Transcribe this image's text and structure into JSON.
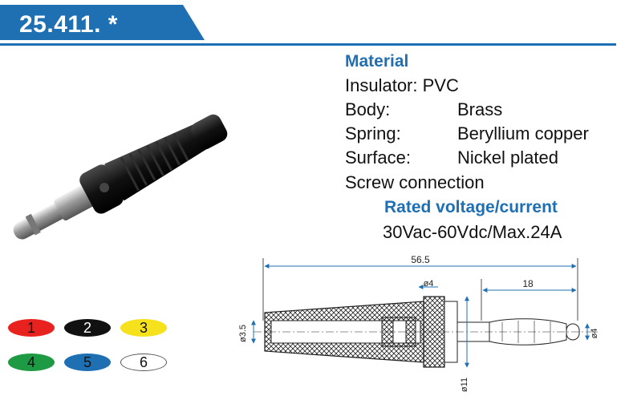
{
  "header": {
    "title": "25.411. *",
    "accent": "#1f6fb3"
  },
  "specs": {
    "material_heading": "Material",
    "insulator": "Insulator: PVC",
    "body_label": "Body:",
    "body_value": "Brass",
    "spring_label": "Spring:",
    "spring_value": "Beryllium copper",
    "surface_label": "Surface:",
    "surface_value": "Nickel plated",
    "connection": "Screw connection",
    "rated_heading": "Rated voltage/current",
    "rated_value": "30Vac-60Vdc/Max.24A"
  },
  "colors": [
    {
      "label": "1",
      "color": "#e8221f"
    },
    {
      "label": "2",
      "color": "#111111"
    },
    {
      "label": "3",
      "color": "#f5e21c"
    },
    {
      "label": "4",
      "color": "#1f9a44"
    },
    {
      "label": "5",
      "color": "#1f6fb3"
    },
    {
      "label": "6",
      "color": "#ffffff"
    }
  ],
  "drawing": {
    "overall_length": "56.5",
    "dim_phi4_top": "ø4",
    "pin_length": "18",
    "dim_phi35": "ø3.5",
    "dim_phi4_tip": "ø4",
    "dim_phi11": "ø11"
  }
}
